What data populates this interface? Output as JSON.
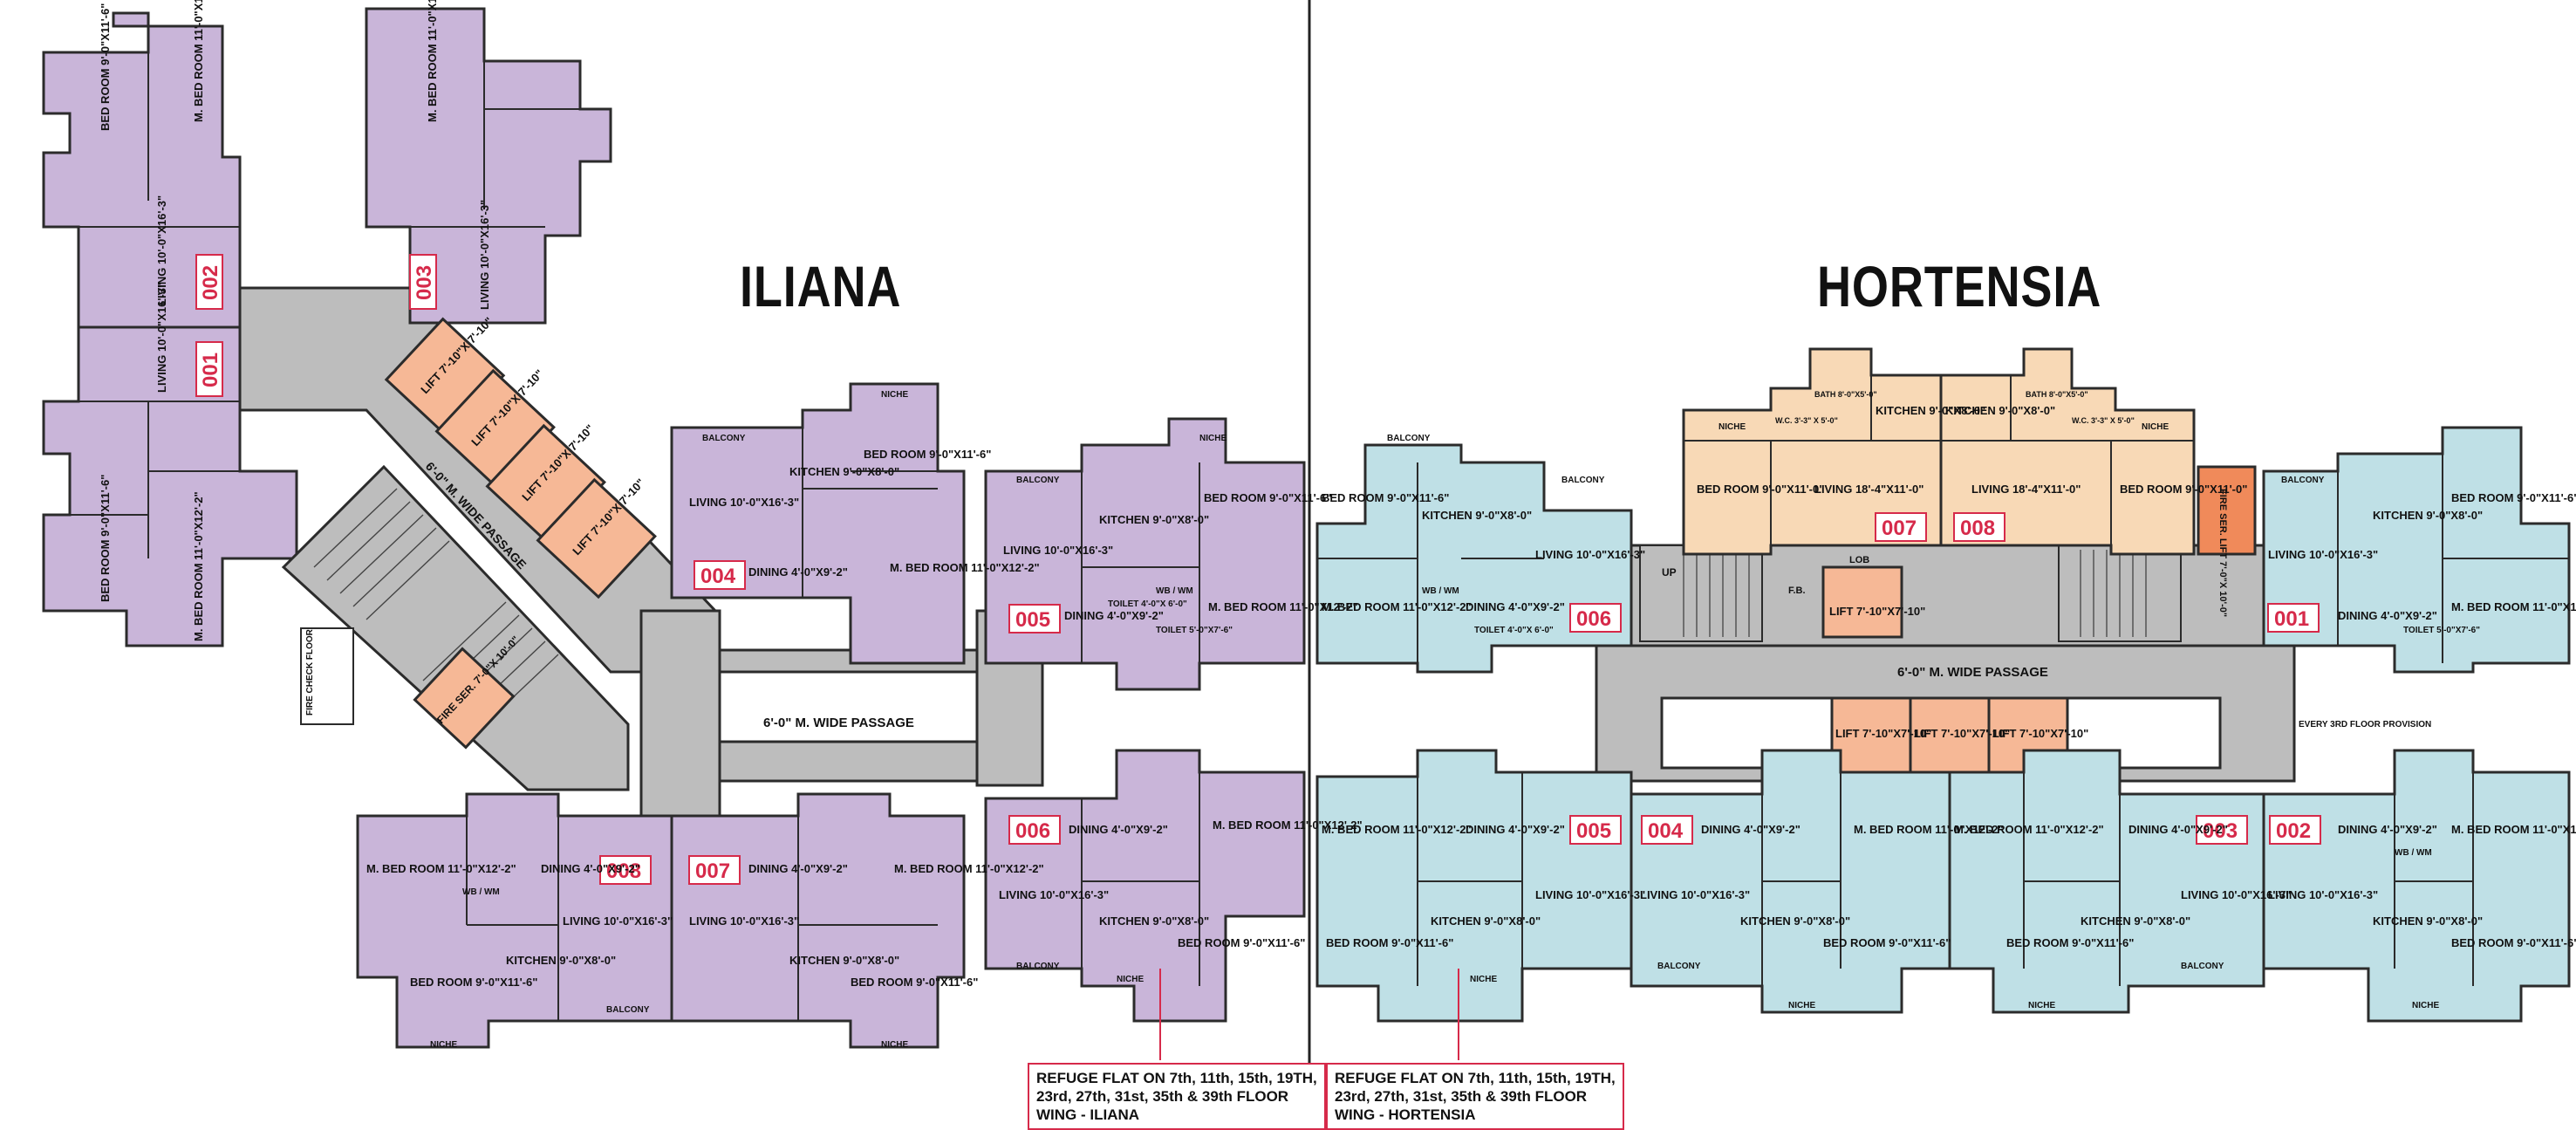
{
  "wings": [
    {
      "name": "ILIANA",
      "refuge_note": [
        "REFUGE FLAT ON 7th, 11th, 15th, 19TH,",
        "23rd, 27th, 31st, 35th & 39th FLOOR",
        "WING - ILIANA"
      ]
    },
    {
      "name": "HORTENSIA",
      "refuge_note": [
        "REFUGE FLAT ON 7th, 11th, 15th, 19TH,",
        "23rd, 27th, 31st, 35th & 39th FLOOR",
        "WING - HORTENSIA"
      ]
    }
  ],
  "colors": {
    "iliana_flats": "#c9b5d9",
    "hortensia_flats": "#bfe0e6",
    "hortensia_refuge": "#f8d9b6",
    "lifts": "#f6b896",
    "fire_lift": "#f08a5a",
    "passage": "#bdbdbd",
    "unit_tag": "#d62a4a",
    "walls": "#2b2b2b"
  },
  "iliana": {
    "units": [
      "001",
      "002",
      "003",
      "004",
      "005",
      "006",
      "007",
      "008"
    ],
    "lifts": [
      "LIFT 7'-10\"X 7'-10\"",
      "LIFT 7'-10\"X 7'-10\"",
      "LIFT 7'-10\"X 7'-10\"",
      "LIFT 7'-10\"X 7'-10\""
    ],
    "fire_lift": "FIRE SER. 7'-0\"X 10'-0\"",
    "passages": [
      "6'-0\" M. WIDE PASSAGE",
      "6'-0\" M. WIDE PASSAGE"
    ],
    "fire_check": "FIRE CHECK FLOOR",
    "rooms": {
      "living_a": "LIVING 10'-0\"X16'-3\"",
      "living_b": "LIVING 10'-0\"X16'-3\"",
      "dining": "DINING 4'-0\"X9'-2\"",
      "kitchen": "KITCHEN 9'-0\"X8'-0\"",
      "bed": "BED ROOM 9'-0\"X11'-6\"",
      "mbed": "M. BED ROOM 11'-0\"X12'-2\"",
      "toilet": "TOILET 4'-0\"X 6'-0\"",
      "toilet2": "TOILET 5'-0\"X7'-6\"",
      "balcony": "BALCONY",
      "niche": "NICHE",
      "wb": "WB / WM"
    }
  },
  "hortensia": {
    "units": [
      "001",
      "002",
      "003",
      "004",
      "005",
      "006",
      "007",
      "008"
    ],
    "lifts": [
      "LIFT 7'-10\"X7'-10\"",
      "LIFT 7'-10\"X7'-10\"",
      "LIFT 7'-10\"X7'-10\"",
      "LIFT 7'-10\"X7'-10\""
    ],
    "fire_lift": "FIRE SER. LIFT 7'-0\"X 10'-0\"",
    "passage": "6'-0\" M. WIDE PASSAGE",
    "note": "EVERY 3RD FLOOR PROVISION",
    "rooms": {
      "living": "LIVING 10'-0\"X16'-3\"",
      "living_top": "LIVING 18'-4\"X11'-0\"",
      "kitchen_top": "KITCHEN 9'-0\"X8'-0\"",
      "bed_top": "BED ROOM 9'-0\"X11'-0\"",
      "bath": "BATH 8'-0\"X5'-0\"",
      "wc": "W.C. 3'-3\" X 5'-0\"",
      "dining": "DINING 4'-0\"X9'-2\"",
      "kitchen": "KITCHEN 9'-0\"X8'-0\"",
      "bed": "BED ROOM 9'-0\"X11'-6\"",
      "mbed": "M. BED ROOM 11'-0\"X12'-2\"",
      "toilet": "TOILET 4'-0\"X 6'-0\"",
      "toilet2": "TOILET 5'-0\"X7'-6\"",
      "balcony": "BALCONY",
      "niche": "NICHE",
      "wb": "WB / WM",
      "up": "UP",
      "lob": "LOB",
      "fb": "F.B."
    }
  }
}
